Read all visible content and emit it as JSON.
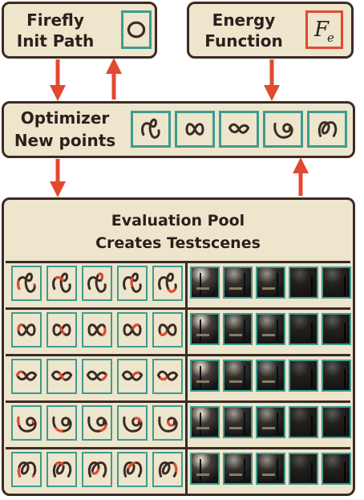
{
  "firefly": {
    "line1": "Firefly",
    "line2": "Init Path",
    "icon": "circle-icon"
  },
  "energy": {
    "line1": "Energy",
    "line2": "Function",
    "symbol": "F",
    "subscript": "e"
  },
  "optimizer": {
    "line1": "Optimizer",
    "line2": "New points",
    "shapes": [
      "loop-a",
      "figure-eight",
      "twist",
      "u-curl",
      "knot"
    ]
  },
  "pool": {
    "line1": "Evaluation Pool",
    "line2": "Creates Testscenes"
  },
  "colors": {
    "border": "#3d2a25",
    "fill": "#ede5cc",
    "teal": "#3f9b8f",
    "arrow": "#e04a30",
    "path": "#3d2a25",
    "highlight": "#e04a30"
  }
}
